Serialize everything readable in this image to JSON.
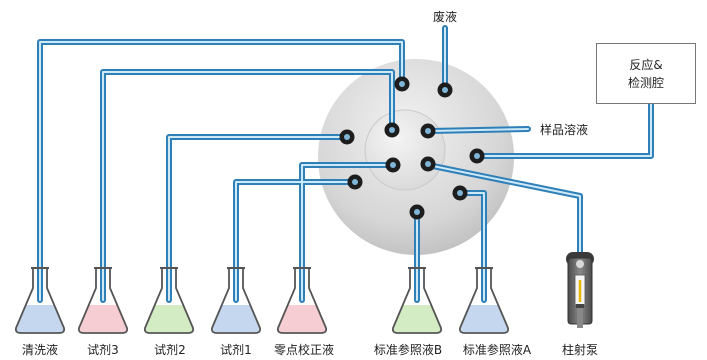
{
  "labels": {
    "waste": "废液",
    "sample": "样品溶液",
    "reaction_line1": "反应&",
    "reaction_line2": "检测腔",
    "wash": "清洗液",
    "reagent3": "试剂3",
    "reagent2": "试剂2",
    "reagent1": "试剂1",
    "zero": "零点校正液",
    "std_b": "标准参照液B",
    "std_a": "标准参照液A",
    "pump": "柱射泵"
  },
  "colors": {
    "tube_outer": "#2f7fb8",
    "tube_inner": "#cde8f6",
    "liquid_blue": "#c5d6ef",
    "liquid_pink": "#f6cdd3",
    "liquid_green": "#d3ecc4",
    "valve": "#d3d3d3"
  }
}
